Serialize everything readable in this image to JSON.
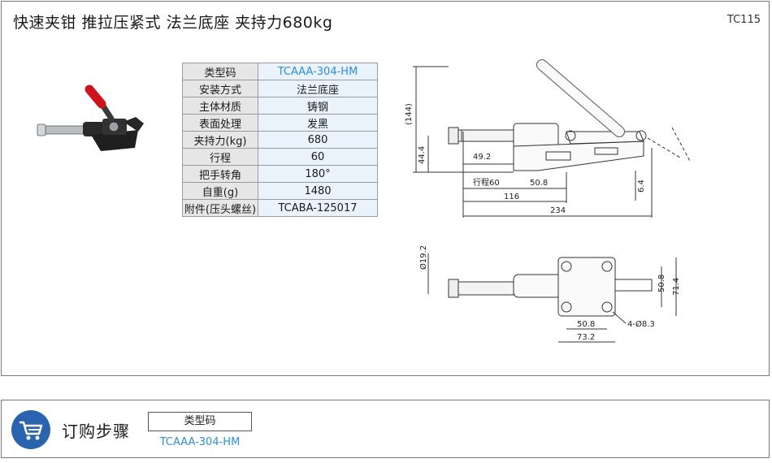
{
  "header": {
    "title": "快速夹钳  推拉压紧式  法兰底座  夹持力680kg",
    "code": "TC115"
  },
  "spec_table": [
    {
      "label": "类型码",
      "value": "TCAAA-304-HM"
    },
    {
      "label": "安装方式",
      "value": "法兰底座"
    },
    {
      "label": "主体材质",
      "value": "铸钢"
    },
    {
      "label": "表面处理",
      "value": "发黑"
    },
    {
      "label": "夹持力(kg)",
      "value": "680"
    },
    {
      "label": "行程",
      "value": "60"
    },
    {
      "label": "把手转角",
      "value": "180°"
    },
    {
      "label": "自重(g)",
      "value": "1480"
    },
    {
      "label": "附件(压头螺丝)",
      "value": "TCABA-125017"
    }
  ],
  "dimensions": {
    "side": {
      "height_total": "(144)",
      "height_axis": "44.4",
      "d1": "49.2",
      "stroke": "行程60",
      "d2": "50.8",
      "d3": "116",
      "d4": "234",
      "d5": "6.4"
    },
    "top": {
      "dia": "Ø19.2",
      "w1": "50.8",
      "w2": "71.4",
      "l1": "50.8",
      "l2": "73.2",
      "holes": "4-Ø8.3"
    }
  },
  "order": {
    "title": "订购步骤",
    "label": "类型码",
    "value": "TCAAA-304-HM"
  },
  "icons": {
    "cart": "shopping-cart-icon"
  },
  "colors": {
    "accent": "#2f8fd0",
    "cart_bg": "#2a63b0",
    "handle": "#d0121b"
  }
}
